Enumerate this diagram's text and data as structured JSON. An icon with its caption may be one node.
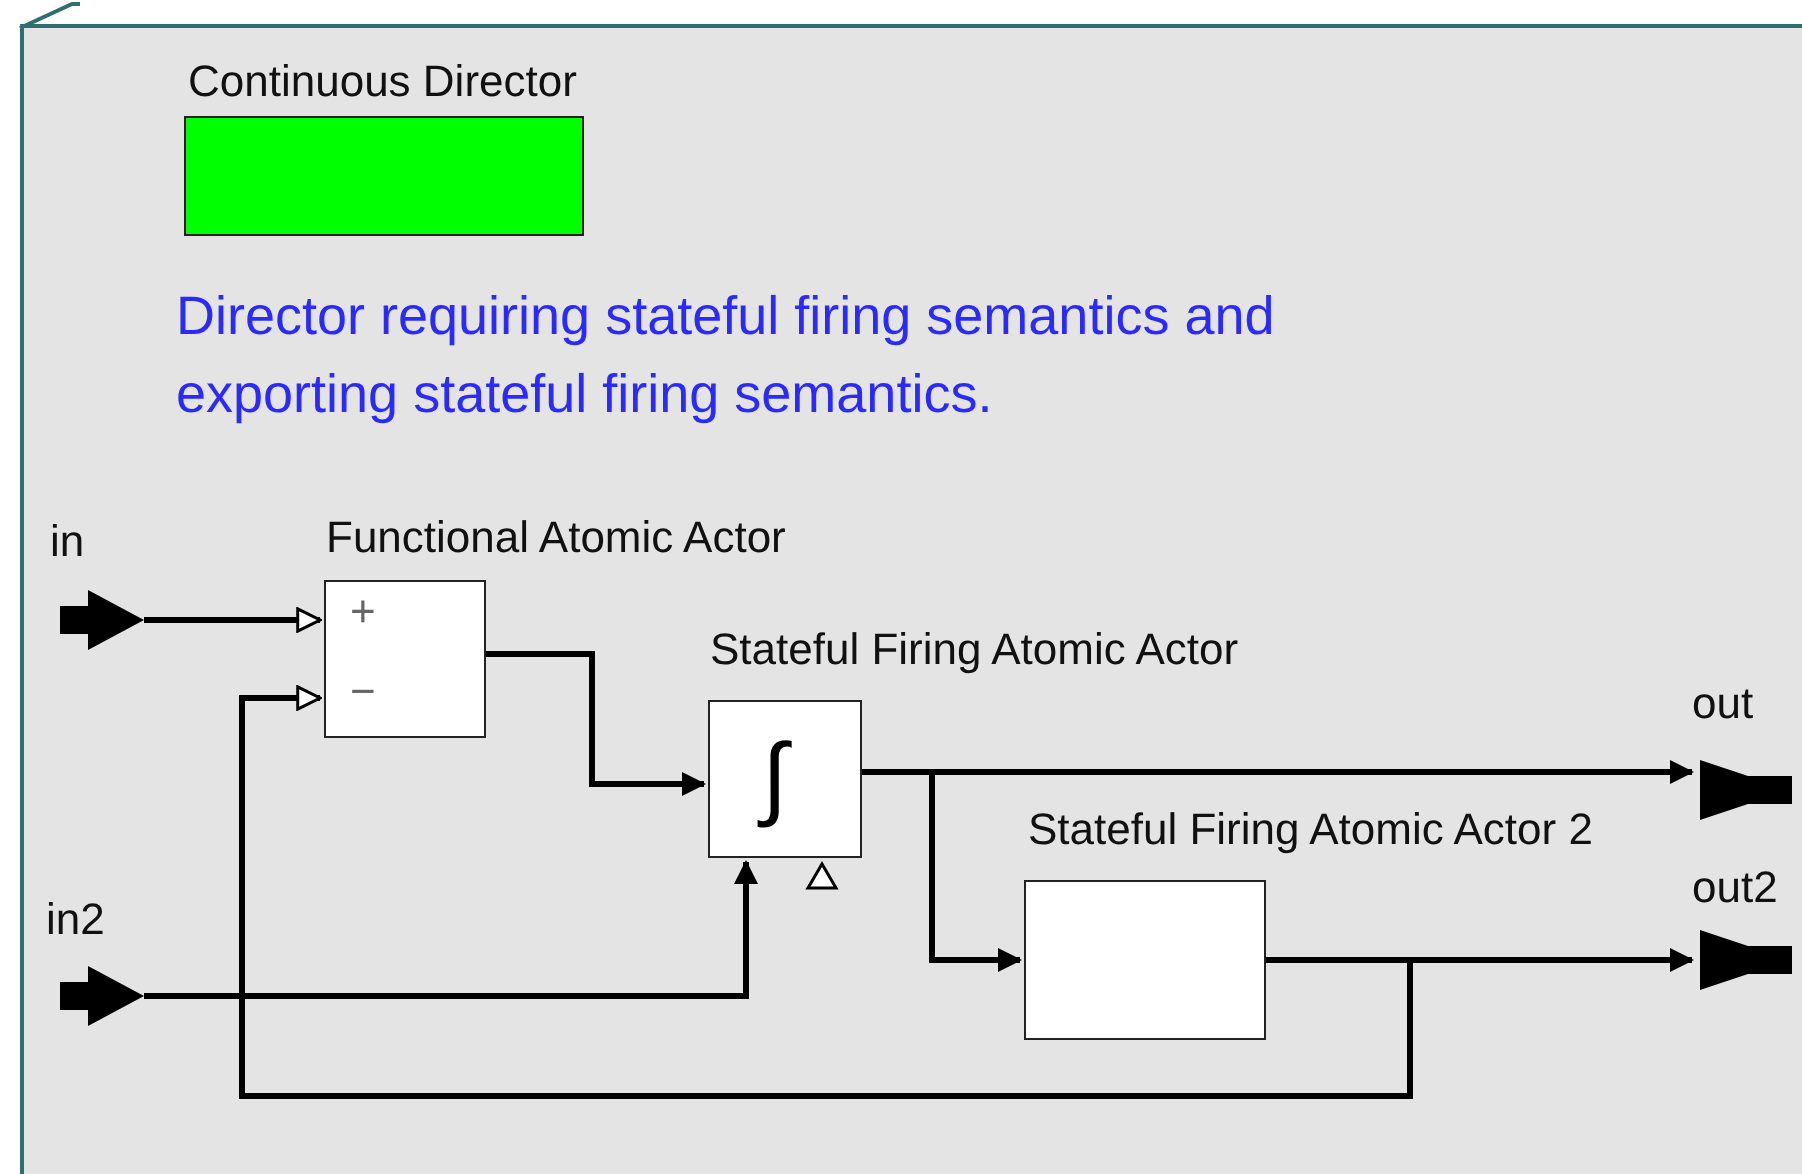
{
  "diagram": {
    "nodes": [
      {
        "text": [
          "Continuous Director"
        ]
      },
      {
        "text": [
          "in"
        ]
      },
      {
        "text": [
          "in2"
        ]
      },
      {
        "text": [
          "Functional Atomic Actor",
          "+",
          "−"
        ]
      },
      {
        "text": [
          "Stateful Firing Atomic Actor",
          "∫"
        ]
      },
      {
        "text": [
          "Stateful Firing Atomic Actor 2"
        ]
      },
      {
        "text": [
          "out"
        ]
      },
      {
        "text": [
          "out2"
        ]
      }
    ],
    "edges": [
      {
        "from": 1,
        "to": 3,
        "arrow": "to"
      },
      {
        "from": 3,
        "to": 4,
        "arrow": "to"
      },
      {
        "from": 2,
        "to": 4,
        "arrow": "to"
      },
      {
        "from": 4,
        "to": 6,
        "arrow": "to"
      },
      {
        "from": 4,
        "to": 5,
        "arrow": "to"
      },
      {
        "from": 5,
        "to": 7,
        "arrow": "to"
      },
      {
        "from": 5,
        "to": 3,
        "arrow": "to"
      }
    ],
    "labels": [
      "Director requiring stateful firing semantics and exporting stateful firing semantics."
    ]
  }
}
